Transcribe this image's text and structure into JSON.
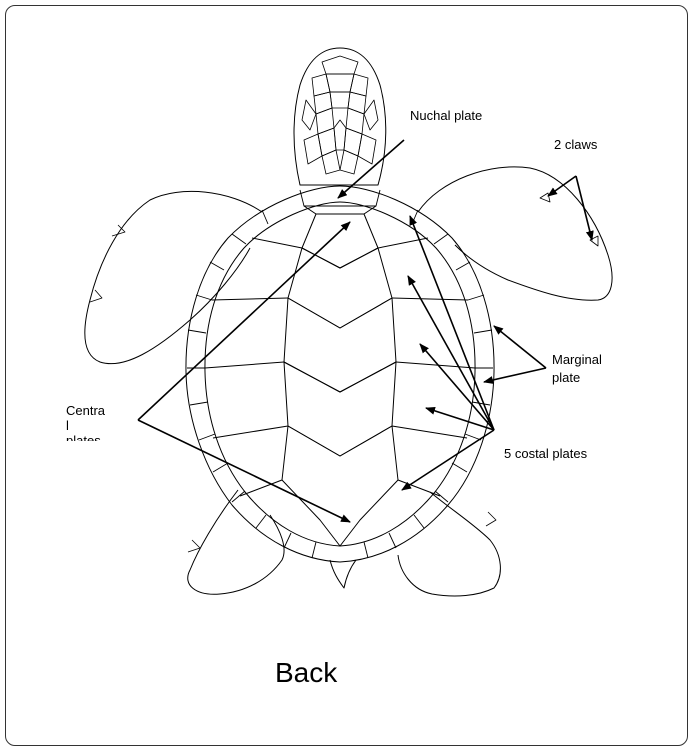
{
  "labels": {
    "nuchal": "Nuchal plate",
    "claws": "2 claws",
    "marginal_line1": "Marginal",
    "marginal_line2": "plate",
    "central_line1": "Centra",
    "central_line2": "l",
    "central_line3": "plates",
    "costal": "5 costal plates"
  },
  "caption": "Back",
  "colors": {
    "stroke": "#000000",
    "frame": "#333333",
    "background": "#ffffff"
  }
}
